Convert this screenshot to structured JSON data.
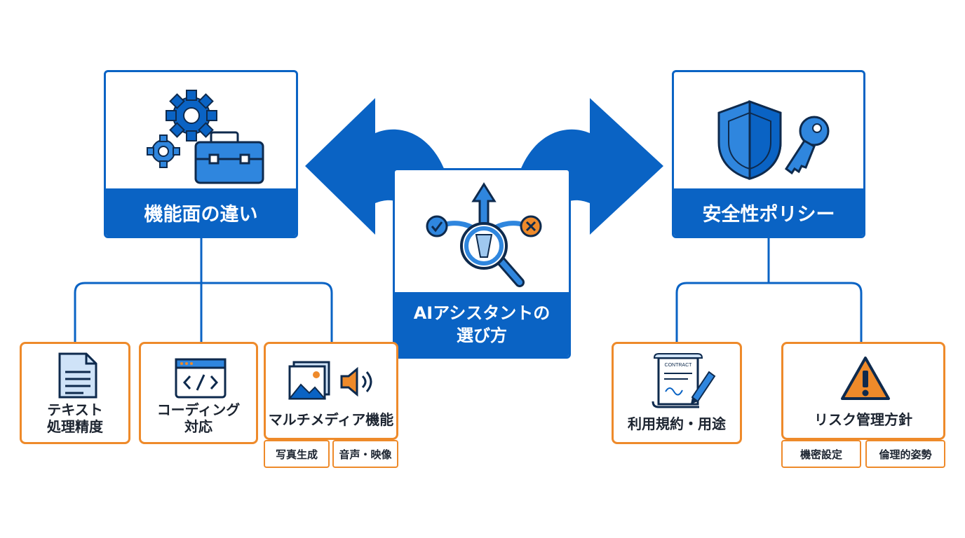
{
  "center": {
    "line1": "AIアシスタントの",
    "line2": "選び方",
    "icon": "decision-magnifier-icon"
  },
  "left": {
    "title": "機能面の違い",
    "icon": "gears-toolbox-icon",
    "children": [
      {
        "line1": "テキスト",
        "line2": "処理精度",
        "icon": "document-icon"
      },
      {
        "line1": "コーディング",
        "line2": "対応",
        "icon": "code-window-icon"
      },
      {
        "label": "マルチメディア機能",
        "icon": "image-audio-icon",
        "tags": [
          "写真生成",
          "音声・映像"
        ]
      }
    ]
  },
  "right": {
    "title": "安全性ポリシー",
    "icon": "shield-key-icon",
    "children": [
      {
        "label": "利用規約・用途",
        "icon": "contract-icon",
        "contract_text": "CONTRACT"
      },
      {
        "label": "リスク管理方針",
        "icon": "warning-icon",
        "tags": [
          "機密設定",
          "倫理的姿勢"
        ]
      }
    ]
  },
  "colors": {
    "blue": "#0a63c4",
    "orange": "#ee8a2a",
    "text": "#1c2430"
  }
}
